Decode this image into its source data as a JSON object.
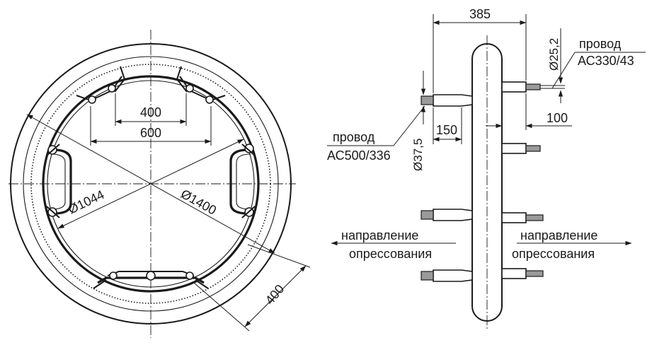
{
  "ring_view": {
    "dim_inner_span": "400",
    "dim_outer_span": "600",
    "dim_inner_diameter": "Ø1044",
    "dim_outer_diameter": "Ø1400",
    "dim_radial": "400"
  },
  "side_view": {
    "dim_width": "385",
    "dim_pipe_diameter": "Ø25,2",
    "wire_right_label_1": "провод",
    "wire_right_label_2": "АС330/43",
    "dim_right_stub": "100",
    "dim_left_stub": "150",
    "dim_left_diameter": "Ø37,5",
    "wire_left_label_1": "провод",
    "wire_left_label_2": "АС500/336",
    "direction_left_1": "направление",
    "direction_left_2": "опрессования",
    "direction_right_1": "направление",
    "direction_right_2": "опрессования"
  }
}
